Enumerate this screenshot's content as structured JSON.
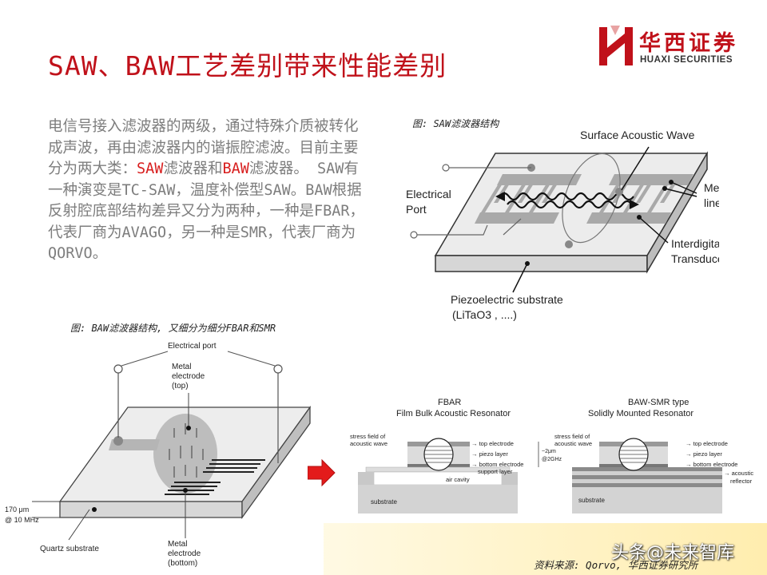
{
  "title": "SAW、BAW工艺差别带来性能差别",
  "logo": {
    "cn": "华西证券",
    "en": "HUAXI SECURITIES"
  },
  "paragraph": {
    "p1": "电信号接入滤波器的两级，通过特殊介质被转化成声波，再由滤波器内的谐振腔滤波。目前主要分为两大类：",
    "saw": "SAW",
    "p2": "滤波器和",
    "baw": "BAW",
    "p3": "滤波器。 SAW有一种演变是TC-SAW，温度补偿型SAW。BAW根据反射腔底部结构差异又分为两种，一种是FBAR，代表厂商为AVAGO，另一种是SMR，代表厂商为QORVO。"
  },
  "saw_figure": {
    "caption": "图: SAW滤波器结构",
    "surface_wave": "Surface Acoustic Wave",
    "electrical": "Electrical",
    "port": "Port",
    "metal": "Metal",
    "lines": "lines",
    "interdigital": "Interdigital",
    "transducer": "Transducer",
    "substrate": "Piezoelectric substrate",
    "substrate_formula": "(LiTaO3 , ....)"
  },
  "baw_figure": {
    "caption": "图: BAW滤波器结构, 又细分为细分FBAR和SMR",
    "electrical_port": "Electrical port",
    "metal_top_1": "Metal",
    "metal_top_2": "electrode",
    "metal_top_3": "(top)",
    "thickness_1": "170 μm",
    "thickness_2": "@ 10 MHz",
    "quartz": "Quartz substrate",
    "metal_bot_1": "Metal",
    "metal_bot_2": "electrode",
    "metal_bot_3": "(bottom)"
  },
  "fbar": {
    "title1": "FBAR",
    "title2": "Film Bulk Acoustic Resonator",
    "stress1": "stress field of",
    "stress2": "acoustic wave",
    "top": "→ top electrode",
    "piezo": "→ piezo layer",
    "bottom": "→ bottom electrode",
    "support": "support layer",
    "air": "air cavity",
    "substrate": "substrate",
    "dim1": "~2μm",
    "dim2": "@2GHz"
  },
  "smr": {
    "title1": "BAW-SMR type",
    "title2": "Solidly Mounted Resonator",
    "stress1": "stress field of",
    "stress2": "acoustic wave",
    "top": "→ top electrode",
    "piezo": "→ piezo layer",
    "bottom": "→ bottom electrode",
    "acoustic": "→ acoustic",
    "reflector": "reflector",
    "substrate": "substrate"
  },
  "source": "资料来源: Qorvo, 华西证券研究所",
  "watermark": "头条@未来智库",
  "colors": {
    "title": "#c0111a",
    "highlight": "#d81e1e",
    "arrow": "#e31b1b",
    "body": "#7d7d7d"
  }
}
